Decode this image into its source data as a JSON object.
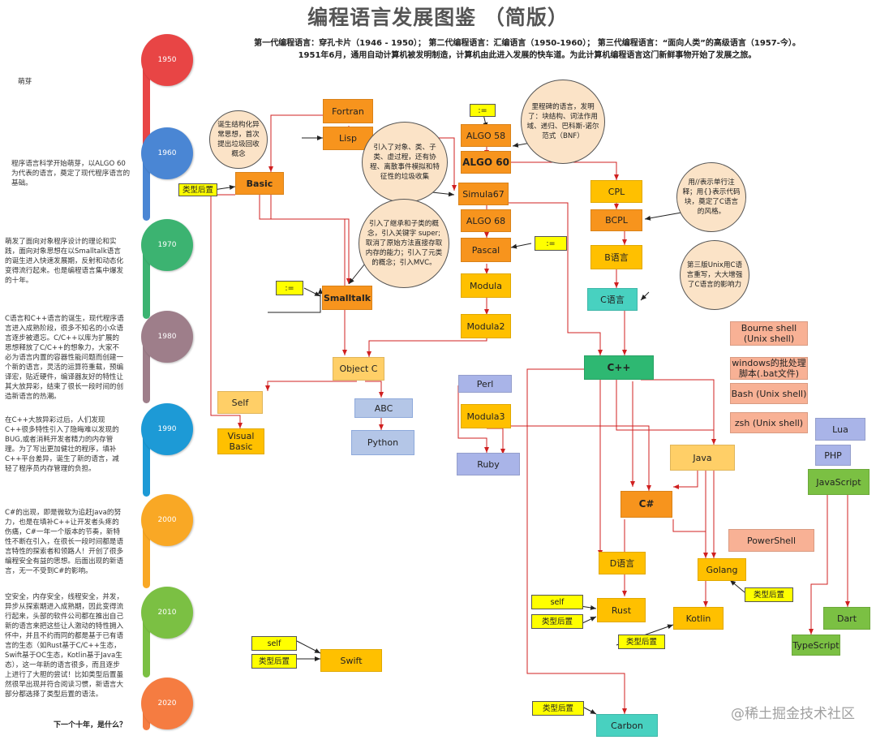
{
  "title": "编程语言发展图鉴 （简版）",
  "intro": {
    "line1": "第一代编程语言：穿孔卡片（1946 - 1950）；   第二代编程语言：汇编语言（1950-1960）；   第三代编程语言：“面向人类”的高级语言（1957-今）。",
    "line2": "1951年6月，通用自动计算机被发明制造，计算机由此进入发展的快车道。为此计算机编程语言这门新鲜事物开始了发展之旅。"
  },
  "timeline": {
    "decades": [
      "1950",
      "1960",
      "1970",
      "1980",
      "1990",
      "2000",
      "2010",
      "2020"
    ],
    "colors": [
      "#e84545",
      "#4a86d4",
      "#3cb371",
      "#9e7e8a",
      "#1d9ad6",
      "#f9a825",
      "#7bc043",
      "#f57c41"
    ]
  },
  "eras": [
    "萌芽",
    "程序语言科学开始萌芽，以ALGO 60为代表的语言，奠定了现代程序语言的基础。",
    "萌发了面向对象程序设计的理论和实践，面向对象思想在以Smalltalk语言的诞生进入快速发展期，反射和动态化变得流行起来。也是编程语言集中爆发的十年。",
    "C语言和C++语言的诞生，现代程序语言进入成熟阶段，很多不知名的小众语言逐步被遗忘。C/C++以库为扩展的思想释放了C/C++的想象力，大家不必为语言内置的容器性能问题而创建一个新的语言，灵活的运算符重载，预编译宏，贴近硬件，编译器友好的特性让其大放异彩，结束了很长一段时间的创造新语言的热潮。",
    "在C++大放异彩过后，人们发现C++很多特性引入了隐晦难以发现的BUG,或者消耗开发者精力的内存管理。为了写出更加健壮的程序，填补C++平台差异，诞生了新的语言，减轻了程序员内存管理的负担。",
    "C#的出现，即是微软为追赶Java的努力，也是在填补C++让开发者头疼的伤痛，C#一年一个版本的节奏，新特性不断在引入，在很长一段时间都是语言特性的探索者和领路人！开创了很多编程安全有益的思想。后面出现的新语言，无一不受到C#的影响。",
    "空安全，内存安全，线程安全，并发，异步从探索期进入成熟期，因此变得流行起来，头部的软件公司都在推出自己新的语言来把这些让人激动的特性拥入怀中，并且不约而同的都是基于已有语言的生态（如Rust基于C/C++生态，Swift基于OC生态，Kotlin基于Java生态），这一年新的语言很多，而且逐步上进行了大胆的尝试！比如类型后置虽然很早出现并符合阅读习惯，新语言大部分都选择了类型后置的语法。"
  ],
  "next_decade": "下一个十年，是什么？",
  "languages": {
    "fortran": "Fortran",
    "lisp": "Lisp",
    "basic": "Basic",
    "algo58": "ALGO 58",
    "algo60": "ALGO 60",
    "simula67": "Simula67",
    "algo68": "ALGO 68",
    "pascal": "Pascal",
    "modula": "Modula",
    "modula2": "Modula2",
    "smalltalk": "Smalltalk",
    "cpl": "CPL",
    "bcpl": "BCPL",
    "b": "B语言",
    "c": "C语言",
    "objc": "Object C",
    "self": "Self",
    "vb": "Visual Basic",
    "abc": "ABC",
    "python": "Python",
    "perl": "Perl",
    "modula3": "Modula3",
    "ruby": "Ruby",
    "cpp": "C++",
    "java": "Java",
    "csharp": "C#",
    "bourne": "Bourne shell (Unix shell)",
    "bat": "windows的批处理脚本(.bat文件)",
    "bash": "Bash (Unix shell)",
    "zsh": "zsh (Unix shell)",
    "lua": "Lua",
    "php": "PHP",
    "javascript": "JavaScript",
    "powershell": "PowerShell",
    "d": "D语言",
    "golang": "Golang",
    "rust": "Rust",
    "kotlin": "Kotlin",
    "dart": "Dart",
    "typescript": "TypeScript",
    "swift": "Swift",
    "carbon": "Carbon"
  },
  "tags": {
    "assign": ":=",
    "type_after": "类型后置",
    "self": "self"
  },
  "bubbles": {
    "lisp_note": "诞生结构化异常思想，首次提出垃圾回收概念",
    "simula_note": "引入了对象、类、子类、虚过程，还有协程、离散事件模拟和特征性的垃圾收集",
    "algo_note": "里程碑的语言，发明了：块结构、词法作用域、递归、巴科斯-诺尔范式（BNF）",
    "bcpl_note": "用//表示单行注释；用{}表示代码块，奠定了C语言的风格。",
    "smalltalk_note": "引入了继承和子类的概念，引入关键字 super;取消了原始方法直接存取内存的能力；引入了元类的概念；引入MVC。",
    "c_note": "第三版Unix用C语言重写，大大增强了C语言的影响力"
  },
  "watermark": "@稀土掘金技术社区"
}
